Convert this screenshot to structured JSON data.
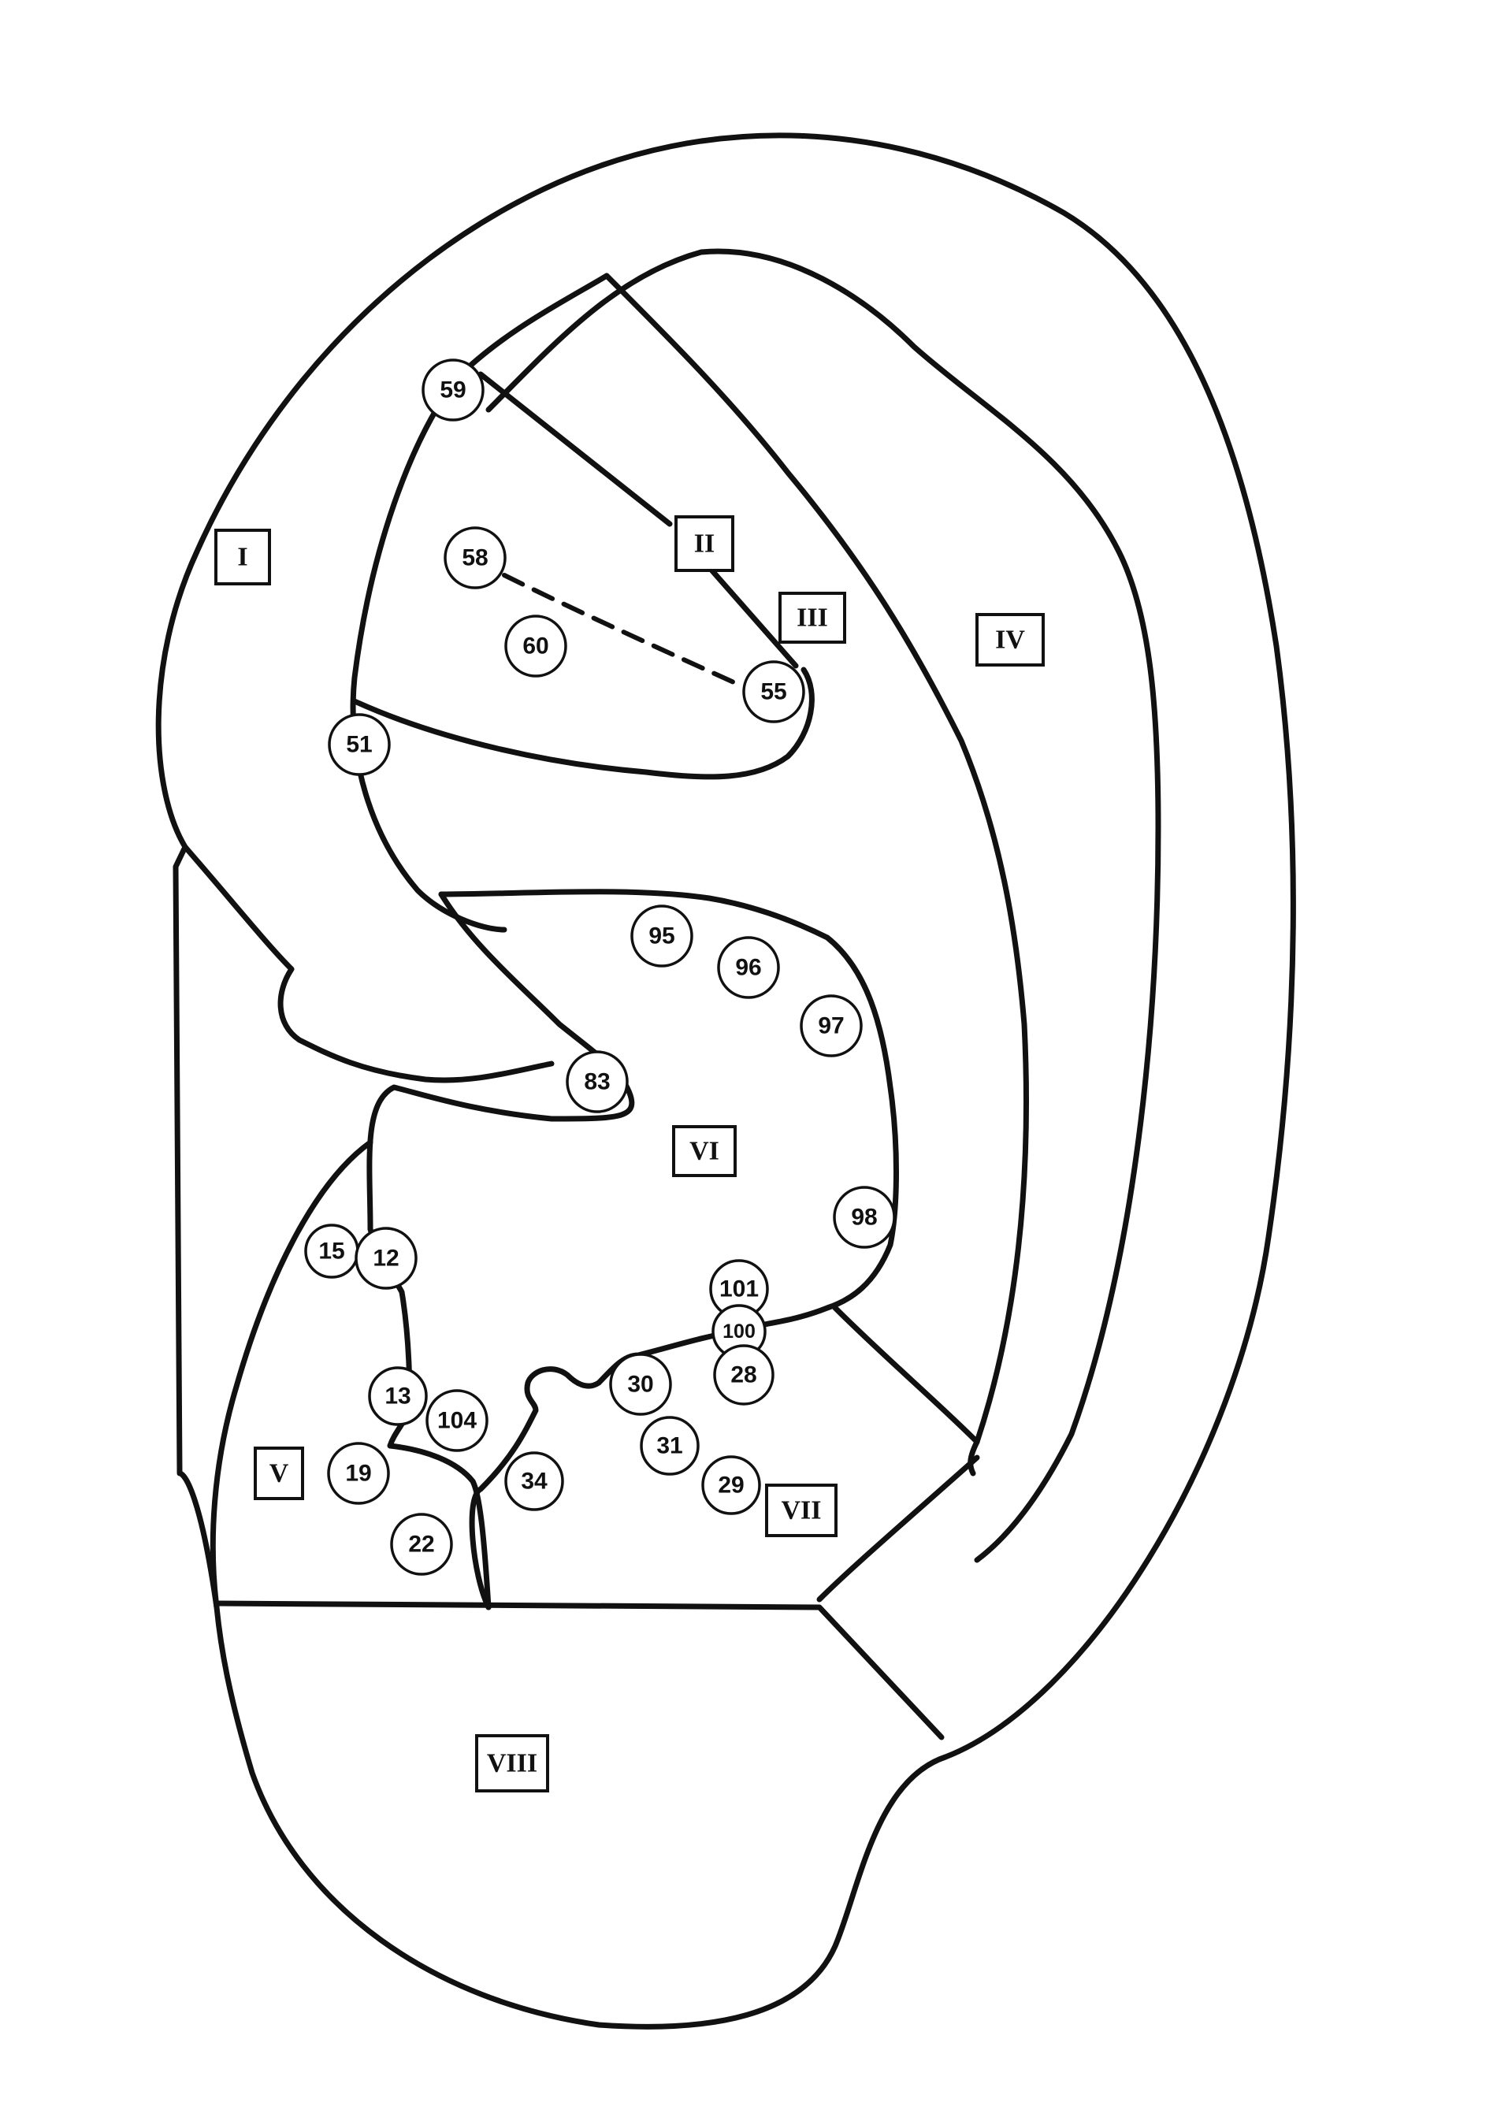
{
  "colors": {
    "stroke": "#111111",
    "background": "#ffffff"
  },
  "zones": [
    "I",
    "II",
    "III",
    "IV",
    "V",
    "VI",
    "VII",
    "VIII"
  ],
  "points": [
    "59",
    "58",
    "60",
    "55",
    "51",
    "95",
    "96",
    "97",
    "83",
    "98",
    "15",
    "12",
    "101",
    "100",
    "13",
    "104",
    "30",
    "28",
    "31",
    "19",
    "34",
    "29",
    "22"
  ]
}
